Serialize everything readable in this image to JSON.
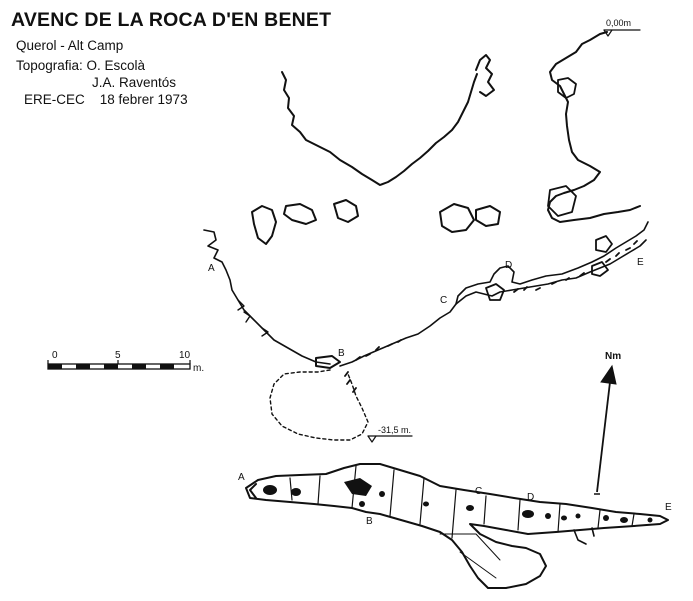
{
  "header": {
    "title": "AVENC DE LA ROCA D'EN BENET",
    "location": "Querol - Alt Camp",
    "topography": "Topografia: O. Escolà",
    "topography_2": "J.A. Raventós",
    "club_date": "ERE-CEC    18 febrer 1973"
  },
  "profile": {
    "entrance_depth": "0,00m",
    "bottom_depth": "-31,5 m.",
    "stations": [
      "A",
      "B",
      "C",
      "D",
      "E"
    ]
  },
  "plan": {
    "stations": [
      "A",
      "B",
      "C",
      "D",
      "E"
    ]
  },
  "scale_bar": {
    "ticks": [
      "0",
      "5",
      "10"
    ],
    "unit": "m."
  },
  "north_arrow": {
    "label": "Nm"
  }
}
